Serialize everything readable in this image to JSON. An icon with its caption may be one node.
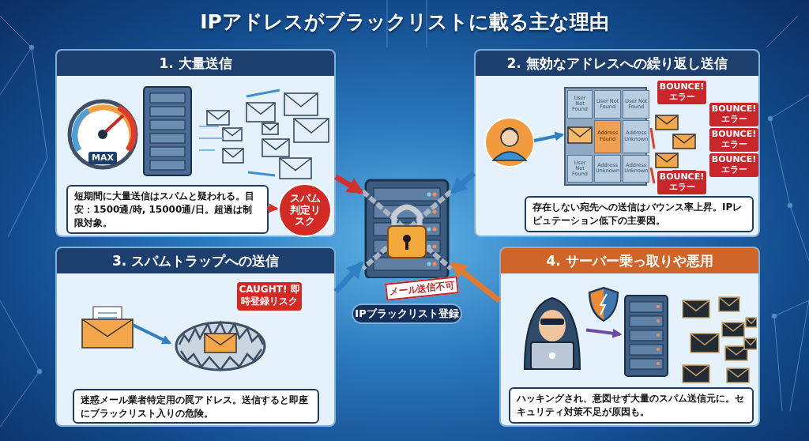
{
  "diagram": {
    "title": "IPアドレスがブラックリストに載る主な理由",
    "nodes": [
      {
        "text": [
          "1. 大量送信"
        ]
      },
      {
        "text": [
          "短期間に大量送信はスパムと疑われる。目安：1500通/時, 15000通/日。超過は制限対象。"
        ],
        "in": 0
      },
      {
        "text": [
          "スパム判定リスク"
        ],
        "in": 0
      },
      {
        "text": [
          "2. 無効なアドレスへの繰り返し送信"
        ]
      },
      {
        "text": [],
        "shape": "person",
        "in": 3
      },
      {
        "text": [
          "User Not Found",
          "User Not Found",
          "User Not Found",
          "Address Found",
          "Address Unknown",
          "User Not Found",
          "Address Unknown",
          "Address Unknown"
        ],
        "in": 3
      },
      {
        "text": [
          "存在しない宛先への送信はバウンス率上昇。IPレピュテーション低下の主要因。"
        ],
        "in": 3
      },
      {
        "text": [
          "3. スパムトラップへの送信"
        ]
      },
      {
        "text": [],
        "shape": "picture",
        "in": 7
      },
      {
        "text": [],
        "shape": "picture",
        "in": 7
      },
      {
        "text": [
          "CAUGHT! 即時登録リスク"
        ],
        "in": 7
      },
      {
        "text": [
          "迷惑メール業者特定用の罠アドレス。送信すると即座にブラックリスト入りの危険。"
        ],
        "in": 7
      },
      {
        "text": [
          "4. サーバー乗っ取りや悪用"
        ]
      },
      {
        "text": [],
        "shape": "person",
        "in": 12
      },
      {
        "text": [],
        "shape": "picture",
        "in": 12
      },
      {
        "text": [
          "ハッキングされ、意図せず大量のスパム送信元に。セキュリティ対策不足が原因も。"
        ],
        "in": 12
      },
      {
        "text": [],
        "shape": "picture",
        "beside": [
          "メール送信不可",
          "IPブラックリスト登録"
        ]
      }
    ],
    "edges": [
      {
        "from": 1,
        "to": 2,
        "arrow": "to",
        "color": "#d32f2f"
      },
      {
        "from": 4,
        "to": 5,
        "arrow": "to"
      },
      {
        "from": 8,
        "to": 9,
        "arrow": "to"
      },
      {
        "from": 13,
        "to": 14,
        "arrow": "to",
        "color": "#6a4ca0"
      },
      {
        "from": 0,
        "to": 16,
        "arrow": "to",
        "color": "#d32f2f"
      },
      {
        "from": 3,
        "to": 16,
        "arrow": "to"
      },
      {
        "from": 7,
        "to": 16,
        "arrow": "to"
      },
      {
        "from": 12,
        "to": 16,
        "arrow": "to",
        "color": "#e07a2e"
      }
    ],
    "labels": [
      "MAX",
      "BOUNCE! エラー",
      "BOUNCE! エラー",
      "BOUNCE! エラー",
      "BOUNCE! エラー",
      "BOUNCE! エラー"
    ]
  }
}
